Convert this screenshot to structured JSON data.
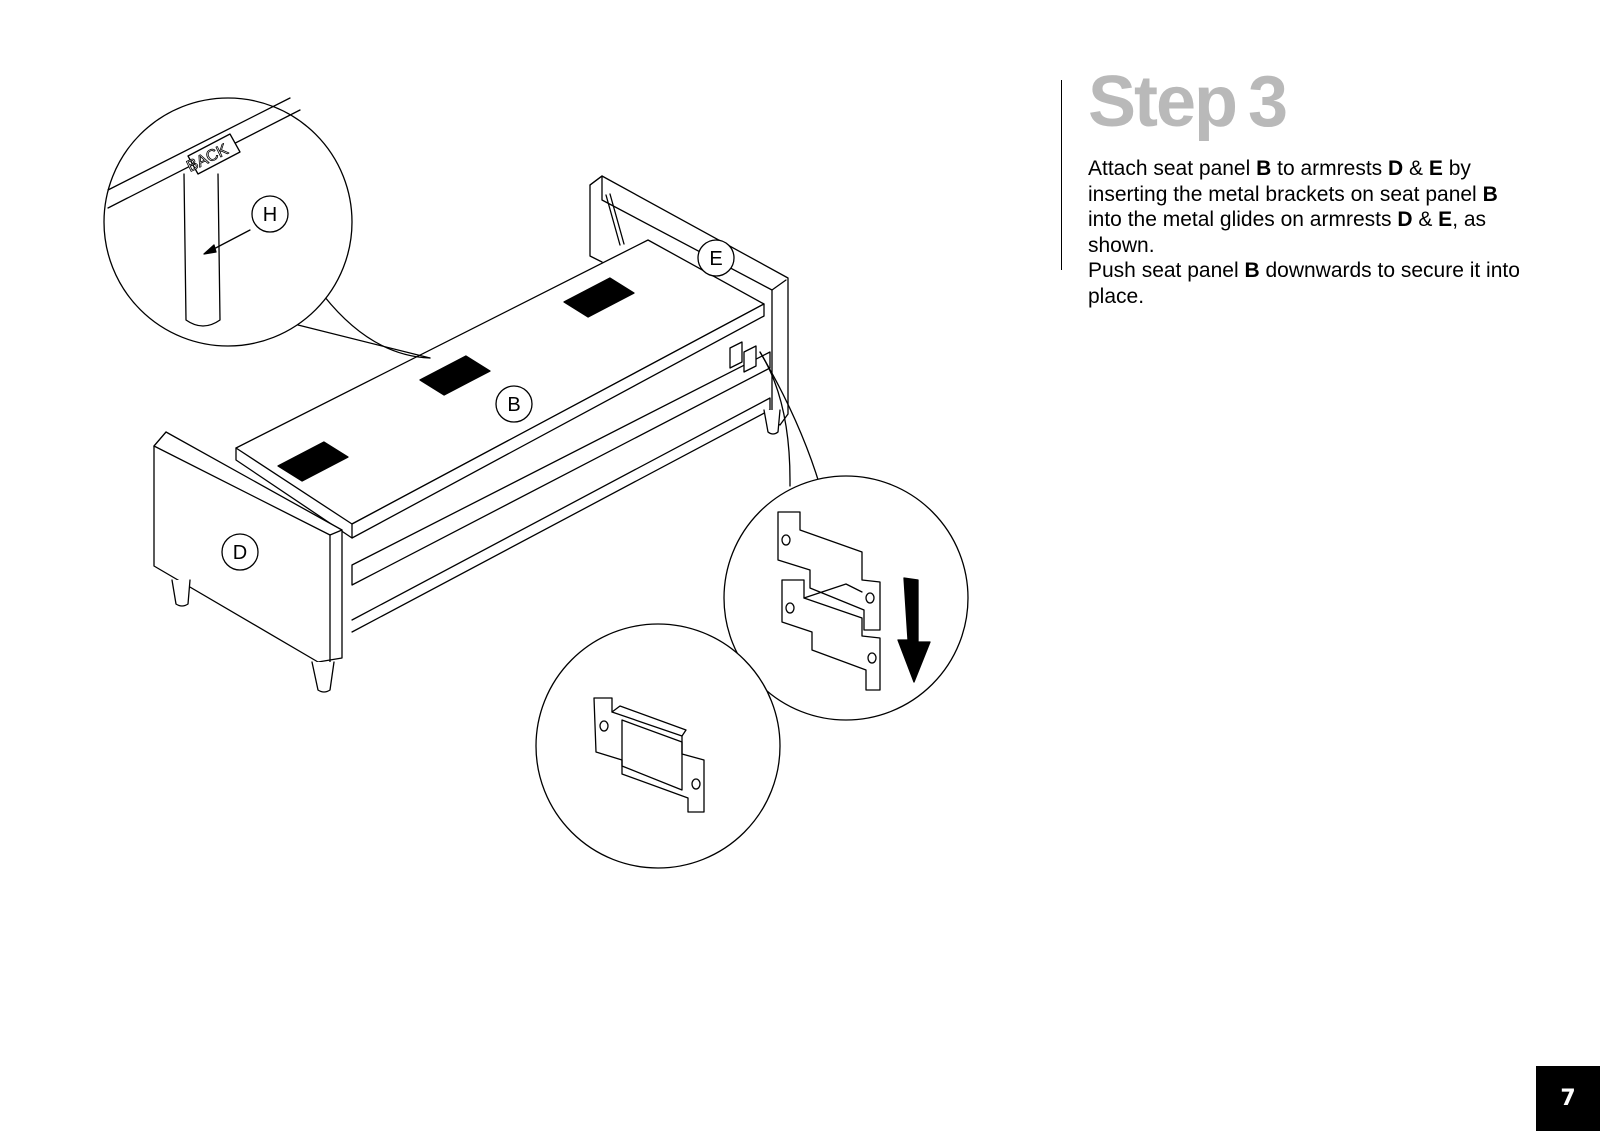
{
  "step": {
    "word": "Step",
    "number": "3"
  },
  "instructions": {
    "p1": {
      "t1": "Attach seat panel ",
      "b1": "B",
      "t2": " to armrests ",
      "b2": "D",
      "t3": " & ",
      "b3": "E",
      "t4": " by inserting the metal brackets on seat panel ",
      "b4": "B",
      "t5": " into the metal glides on armrests ",
      "b5": "D",
      "t6": " & ",
      "b6": "E",
      "t7": ", as shown."
    },
    "p2": {
      "t1": "Push seat panel ",
      "b1": "B",
      "t2": " downwards to secure it into place."
    }
  },
  "labels": {
    "h": "H",
    "e": "E",
    "b": "B",
    "d": "D",
    "back": "BACK"
  },
  "page_number": "7"
}
